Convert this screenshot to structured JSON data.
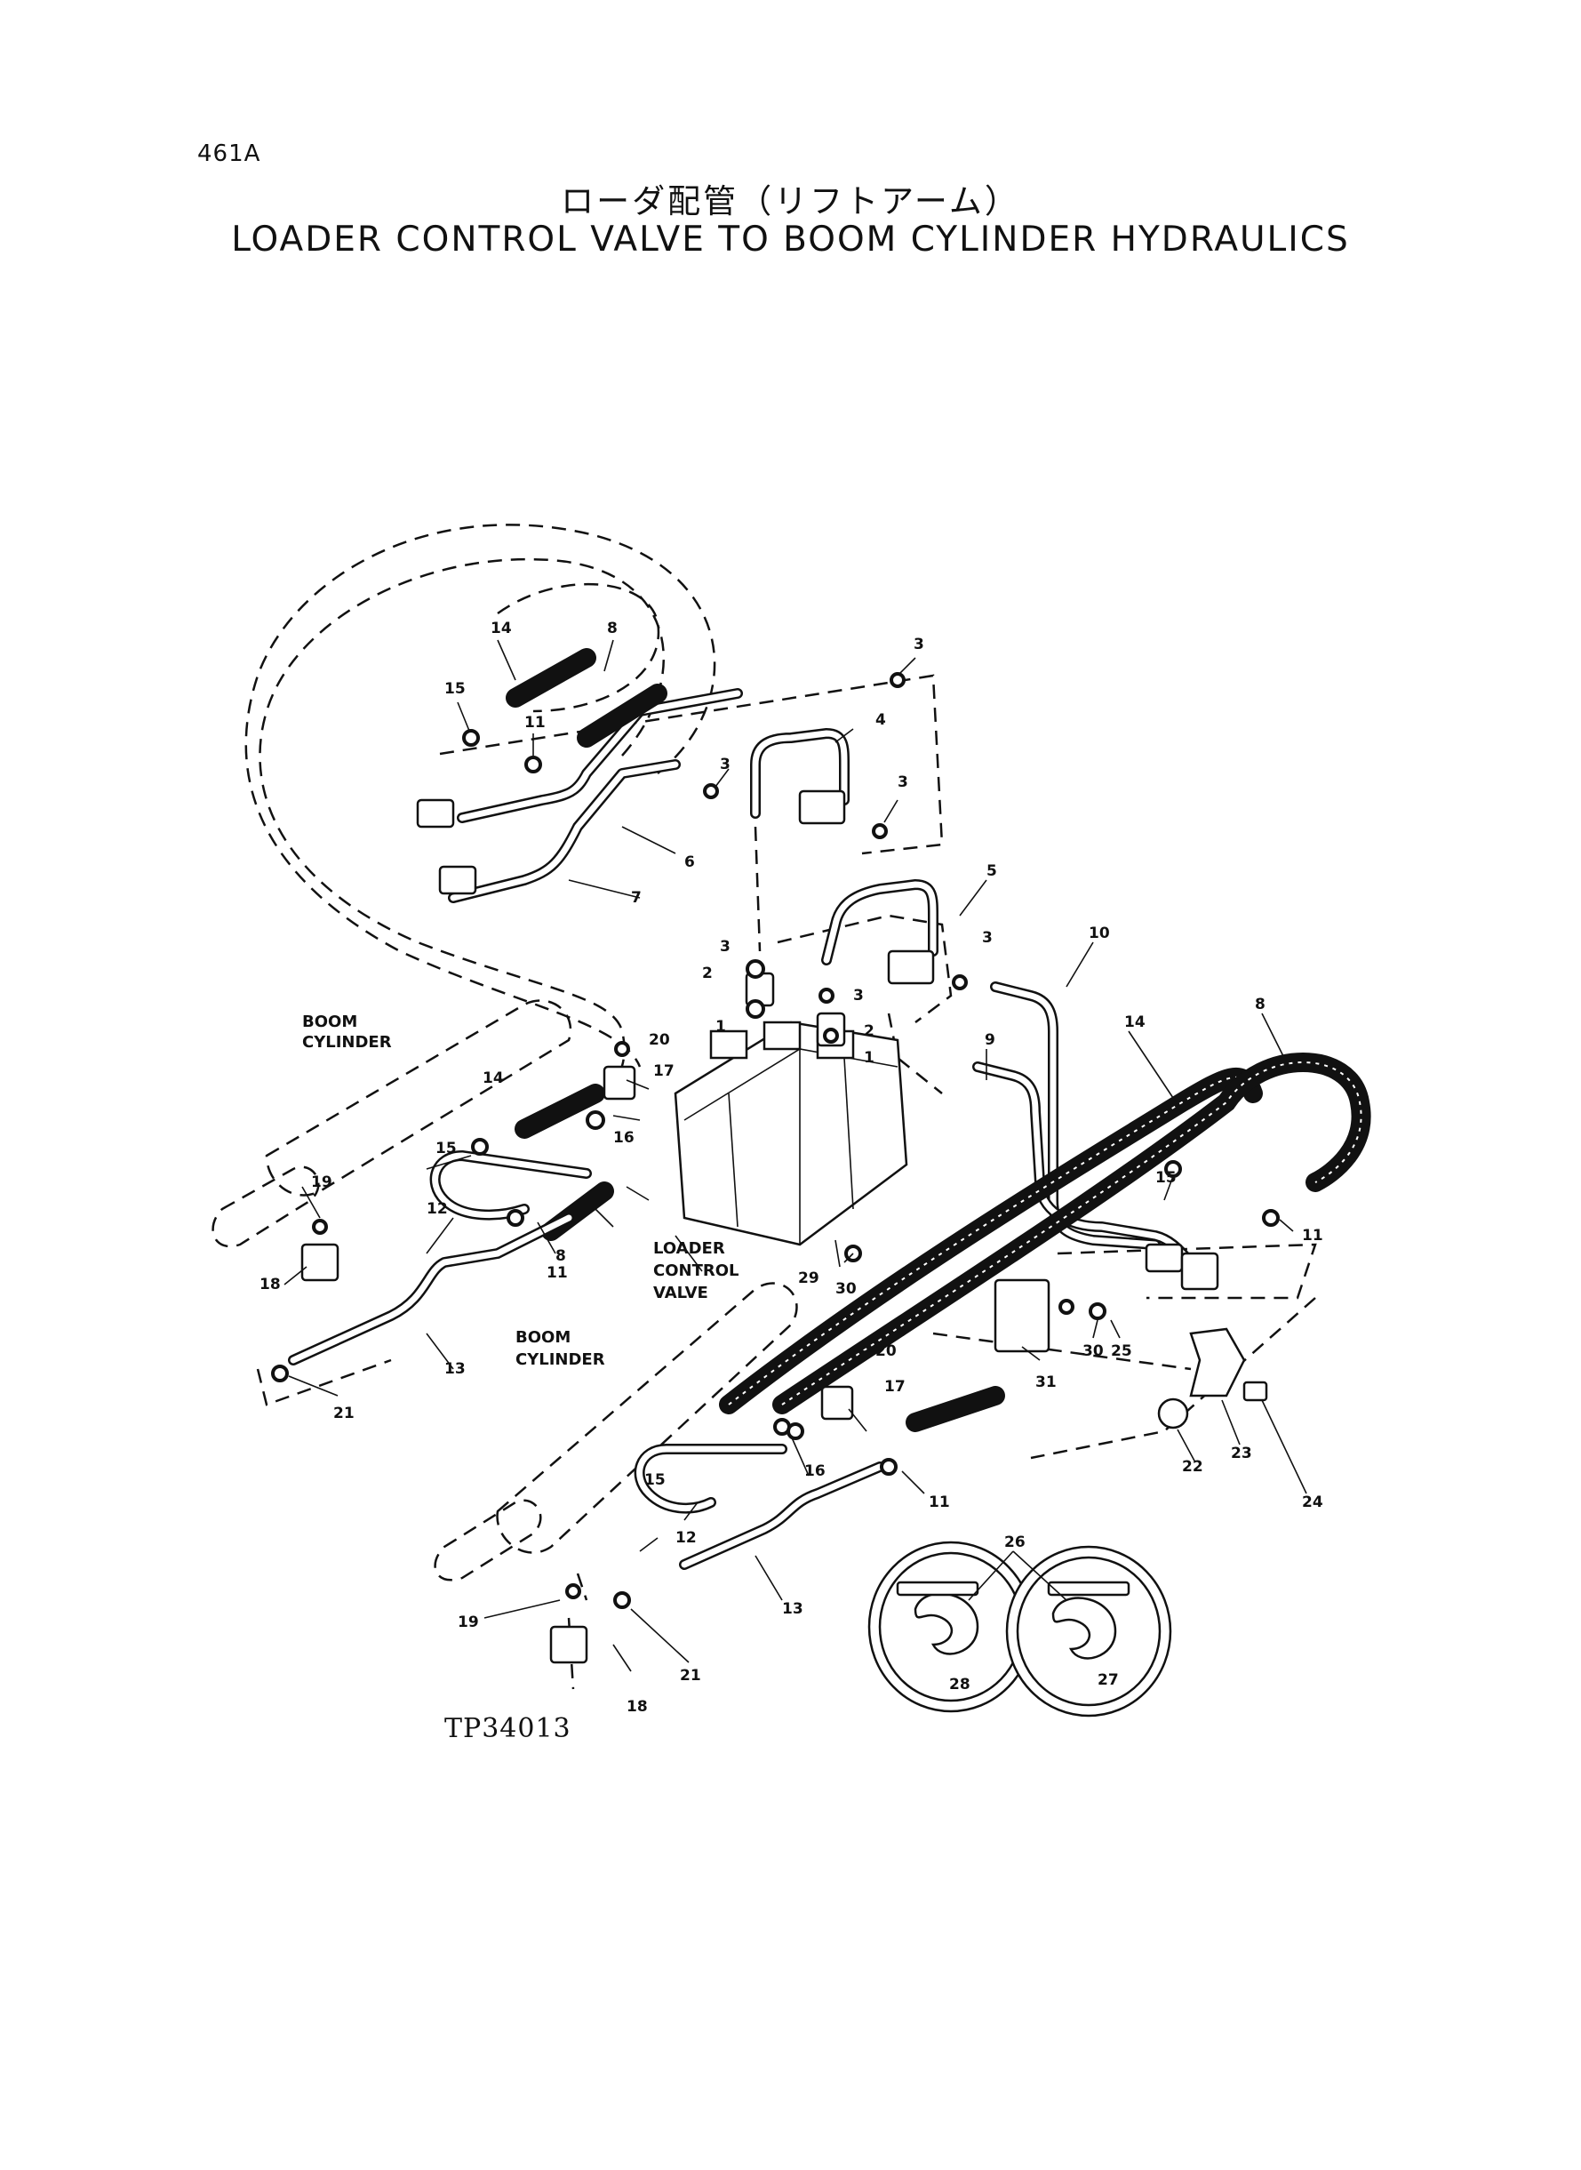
{
  "header": {
    "page_id": "461A",
    "title_jp": "ローダ配管（リフトアーム）",
    "title_en": "LOADER CONTROL VALVE TO BOOM CYLINDER HYDRAULICS"
  },
  "labels": {
    "boom_cylinder_upper": [
      "BOOM",
      "CYLINDER"
    ],
    "boom_cylinder_lower": [
      "BOOM",
      "CYLINDER"
    ],
    "loader_control_valve": [
      "LOADER",
      "CONTROL",
      "VALVE"
    ]
  },
  "callouts": [
    "1",
    "1",
    "2",
    "2",
    "3",
    "3",
    "3",
    "3",
    "3",
    "3",
    "4",
    "5",
    "6",
    "7",
    "8",
    "8",
    "8",
    "9",
    "10",
    "11",
    "11",
    "11",
    "11",
    "12",
    "12",
    "13",
    "13",
    "14",
    "14",
    "15",
    "15",
    "15",
    "16",
    "16",
    "17",
    "17",
    "18",
    "18",
    "19",
    "19",
    "20",
    "20",
    "21",
    "21",
    "22",
    "23",
    "24",
    "25",
    "26",
    "27",
    "28",
    "29",
    "30",
    "30",
    "31"
  ],
  "drawing_code": "TP34013"
}
